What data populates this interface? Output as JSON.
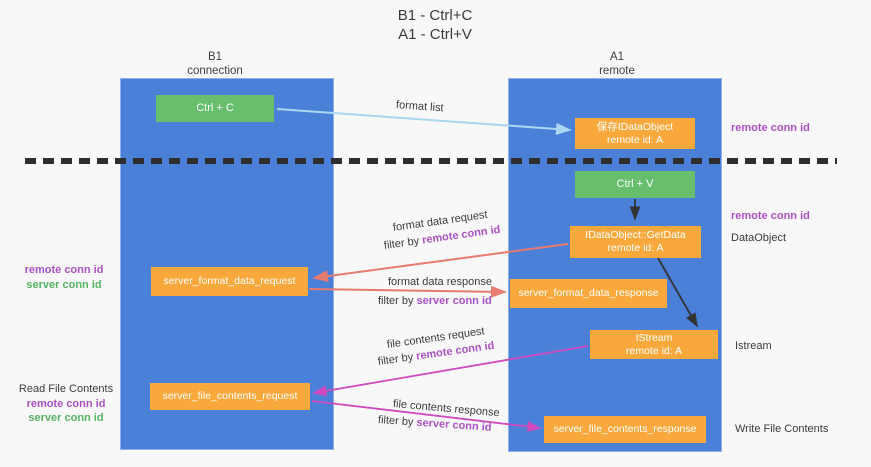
{
  "title": {
    "line1": "B1 - Ctrl+C",
    "line2": "A1 - Ctrl+V"
  },
  "lifelines": {
    "left": {
      "name": "B1",
      "subtitle": "connection"
    },
    "right": {
      "name": "A1",
      "subtitle": "remote"
    }
  },
  "boxes": {
    "ctrl_c": {
      "label": "Ctrl + C"
    },
    "save_dataobject": {
      "line1": "保存IDataObject",
      "line2": "remote id: A"
    },
    "ctrl_v": {
      "label": "Ctrl + V"
    },
    "get_data": {
      "line1": "IDataObject::GetData",
      "line2": "remote id: A"
    },
    "server_format_data_request": {
      "label": "server_format_data_request"
    },
    "server_format_data_response": {
      "label": "server_format_data_response"
    },
    "istream": {
      "line1": "IStream",
      "line2": "remote id: A"
    },
    "server_file_contents_request": {
      "label": "server_file_contents_request"
    },
    "server_file_contents_response": {
      "label": "server_file_contents_response"
    }
  },
  "messages": {
    "format_list": {
      "label": "format list"
    },
    "format_data_request": {
      "label": "format data request",
      "filter_prefix": "filter by",
      "filter_key": "remote conn id"
    },
    "format_data_response": {
      "label": "format data response",
      "filter_prefix": "filter by",
      "filter_key": "server conn id"
    },
    "file_contents_request": {
      "label": "file contents request",
      "filter_prefix": "filter by",
      "filter_key": "remote conn id"
    },
    "file_contents_response": {
      "label": "file contents response",
      "filter_prefix": "filter by",
      "filter_key": "server conn id"
    }
  },
  "annotations": {
    "right_remote_conn_id_top": "remote conn id",
    "right_remote_conn_id_mid": "remote conn id",
    "right_dataobject": "DataObject",
    "right_istream": "Istream",
    "right_write_file_contents": "Write File Contents",
    "left_remote_conn_id_top": "remote conn id",
    "left_server_conn_id_top": "server conn id",
    "left_read_file_contents": "Read File Contents",
    "left_remote_conn_id_bottom": "remote conn id",
    "left_server_conn_id_bottom": "server conn id"
  },
  "colors": {
    "lifeline_blue": "#4a80d8",
    "box_green": "#67bf6e",
    "box_orange": "#f9a83c",
    "arrow_light_blue": "#aad7f2",
    "arrow_salmon": "#e87a70",
    "arrow_magenta": "#cf4abe",
    "arrow_black": "#333333",
    "label_purple": "#ab51c3",
    "label_green": "#55b364",
    "text_dark": "#3b3b3b",
    "dash_color": "#2e2e2e"
  }
}
